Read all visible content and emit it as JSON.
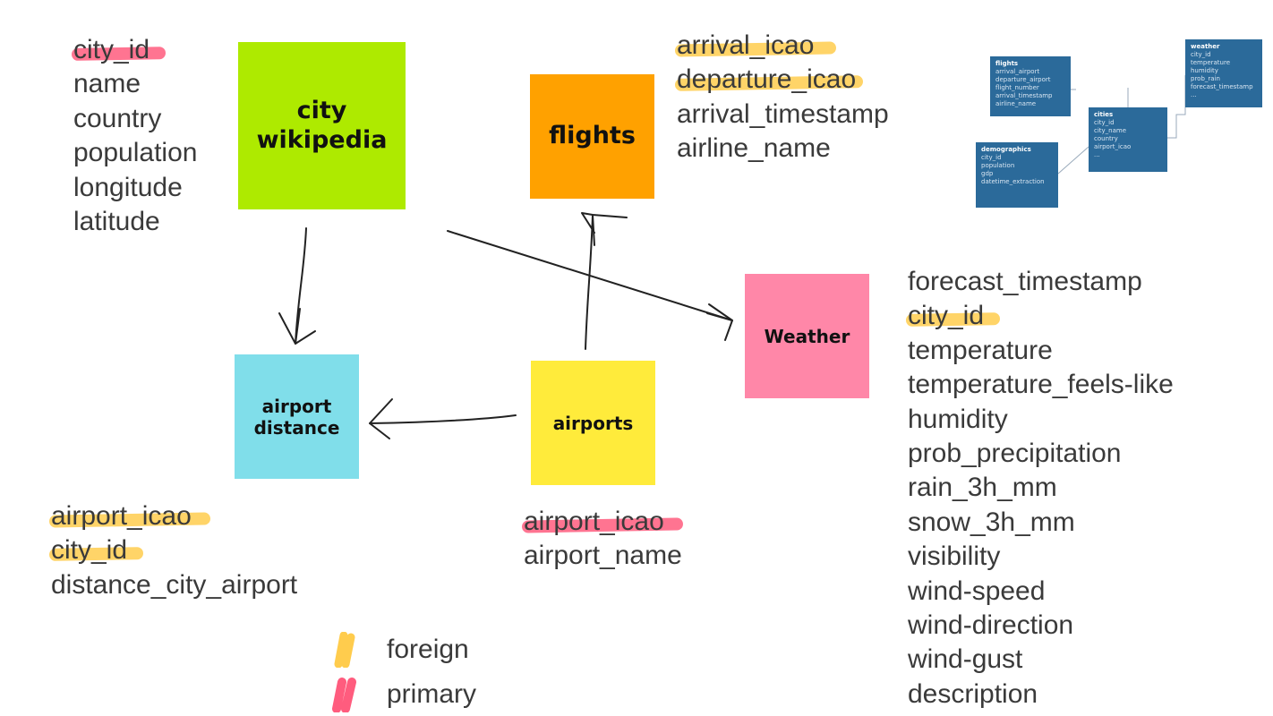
{
  "entities": {
    "city": {
      "title": "city\nwikipedia",
      "color": "#aeea00",
      "fields": [
        "city_id",
        "name",
        "country",
        "population",
        "longitude",
        "latitude"
      ],
      "keys": [
        "pk",
        "",
        "",
        "",
        "",
        ""
      ]
    },
    "flights": {
      "title": "flights",
      "color": "#ffa100",
      "fields": [
        "arrival_icao",
        "departure_icao",
        "arrival_timestamp",
        "airline_name"
      ],
      "keys": [
        "fk",
        "fk",
        "",
        ""
      ]
    },
    "weather": {
      "title": "Weather",
      "color": "#ff87a8",
      "fields": [
        "forecast_timestamp",
        "city_id",
        "temperature",
        "temperature_feels-like",
        "humidity",
        "prob_precipitation",
        "rain_3h_mm",
        "snow_3h_mm",
        "visibility",
        "wind-speed",
        "wind-direction",
        "wind-gust",
        "description"
      ],
      "keys": [
        "",
        "fk",
        "",
        "",
        "",
        "",
        "",
        "",
        "",
        "",
        "",
        "",
        ""
      ]
    },
    "distance": {
      "title": "airport\ndistance",
      "color": "#80deea",
      "fields": [
        "airport_icao",
        "city_id",
        "distance_city_airport"
      ],
      "keys": [
        "fk",
        "fk",
        ""
      ]
    },
    "airports": {
      "title": "airports",
      "color": "#ffeb3b",
      "fields": [
        "airport_icao",
        "airport_name"
      ],
      "keys": [
        "pk",
        ""
      ]
    }
  },
  "legend": {
    "foreign": "foreign",
    "primary": "primary",
    "foreign_color": "#ffcc4d",
    "primary_color": "#ff5c7e"
  },
  "thumbnail": {
    "flights": {
      "title": "flights",
      "fields": [
        "arrival_airport",
        "departure_airport",
        "flight_number",
        "arrival_timestamp",
        "airline_name"
      ]
    },
    "cities": {
      "title": "cities",
      "fields": [
        "city_id",
        "city_name",
        "country",
        "airport_icao",
        "..."
      ]
    },
    "demographics": {
      "title": "demographics",
      "fields": [
        "city_id",
        "population",
        "gdp",
        "datetime_extraction"
      ]
    },
    "weather": {
      "title": "weather",
      "fields": [
        "city_id",
        "temperature",
        "humidity",
        "prob_rain",
        "forecast_timestamp",
        "..."
      ]
    },
    "color": "#2b6a9a"
  }
}
